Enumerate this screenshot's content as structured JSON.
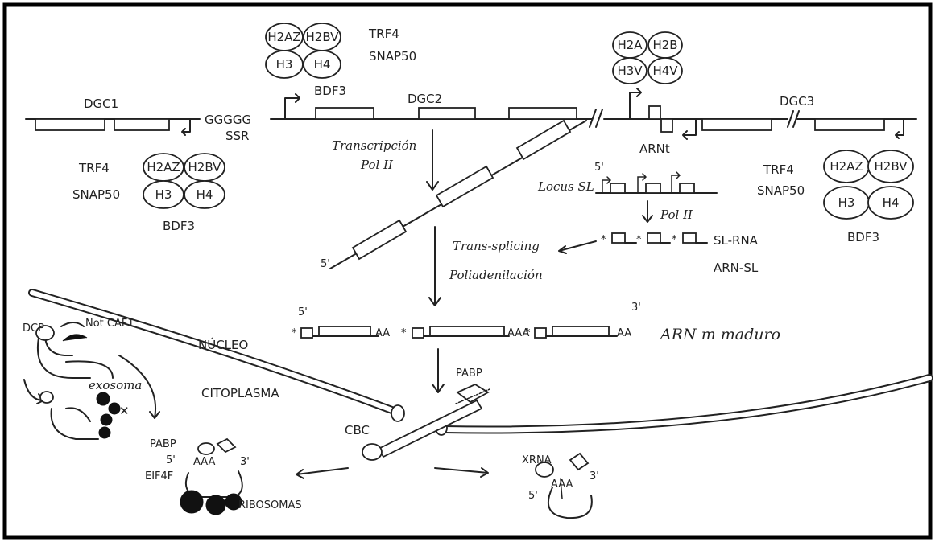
{
  "genes": {
    "dgc1": "DGC1",
    "dgc2": "DGC2",
    "dgc3": "DGC3",
    "ssr_seq": "GGGGG",
    "ssr": "SSR",
    "arnt": "ARNt"
  },
  "histones": {
    "h2az": "H2AZ",
    "h2bv": "H2BV",
    "h3": "H3",
    "h4": "H4",
    "h2a": "H2A",
    "h2b": "H2B",
    "h3v": "H3V",
    "h4v": "H4V"
  },
  "factors": {
    "trf4": "TRF4",
    "snap50": "SNAP50",
    "bdf3": "BDF3"
  },
  "transcription": {
    "label": "Transcripción",
    "pol": "Pol II",
    "five_prime": "5'",
    "locus": "Locus SL",
    "sl_rna": "SL-RNA",
    "arn_sl": "ARN-SL"
  },
  "processing": {
    "trans_splicing": "Trans-splicing",
    "poliadenilacion": "Poliadenilación"
  },
  "mature": {
    "five_prime": "5'",
    "three_prime": "3'",
    "label": "ARN m maduro",
    "aa": "AA",
    "aaa": "AAA",
    "star": "*"
  },
  "compartments": {
    "nucleo": "NÚCLEO",
    "citoplasma": "CITOPLASMA"
  },
  "cytoplasm": {
    "cbc": "CBC",
    "pabp": "PABP",
    "dcp": "DCP",
    "not_caf": "Not CAF1",
    "exosoma": "exosoma",
    "eif4f": "EIF4F",
    "ribosomas": "RIBOSOMAS",
    "xrna": "XRNA",
    "five_prime": "5'",
    "three_prime": "3'",
    "aaa": "AAA"
  }
}
